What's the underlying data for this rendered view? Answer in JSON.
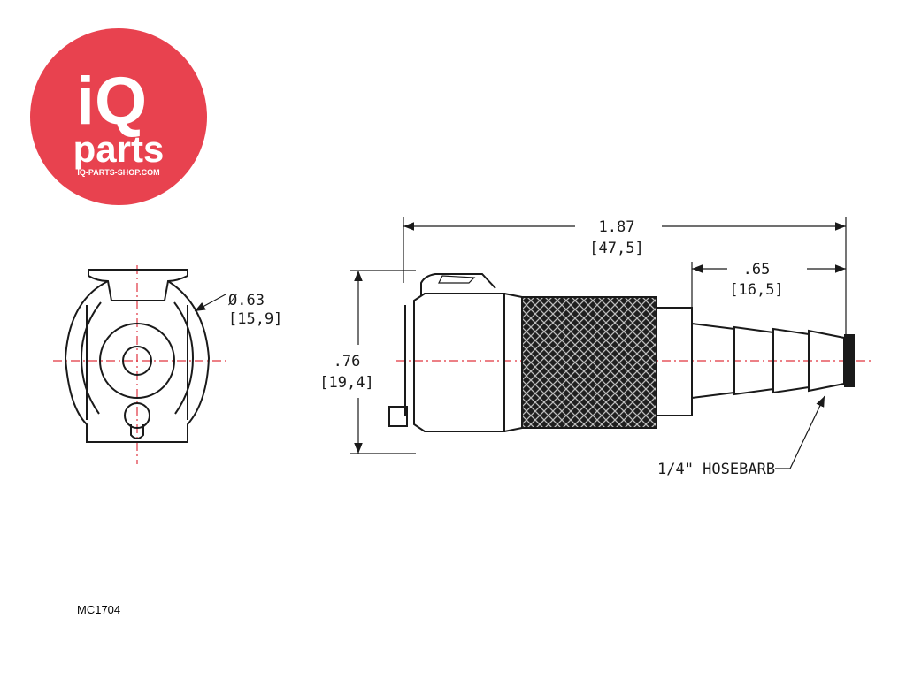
{
  "logo": {
    "line1": "iQ",
    "line2": "parts",
    "url": "IQ-PARTS-SHOP.COM",
    "color": "#e8424f"
  },
  "dimensions": {
    "diameter_in": "Ø.63",
    "diameter_mm": "[15,9]",
    "overall_length_in": "1.87",
    "overall_length_mm": "[47,5]",
    "barb_length_in": ".65",
    "barb_length_mm": "[16,5]",
    "height_in": ".76",
    "height_mm": "[19,4]"
  },
  "callout": {
    "hose_barb": "1/4\" HOSEBARB"
  },
  "part_number": "MC1704",
  "colors": {
    "centerline": "#e0343f",
    "drawing": "#1a1a1a"
  }
}
